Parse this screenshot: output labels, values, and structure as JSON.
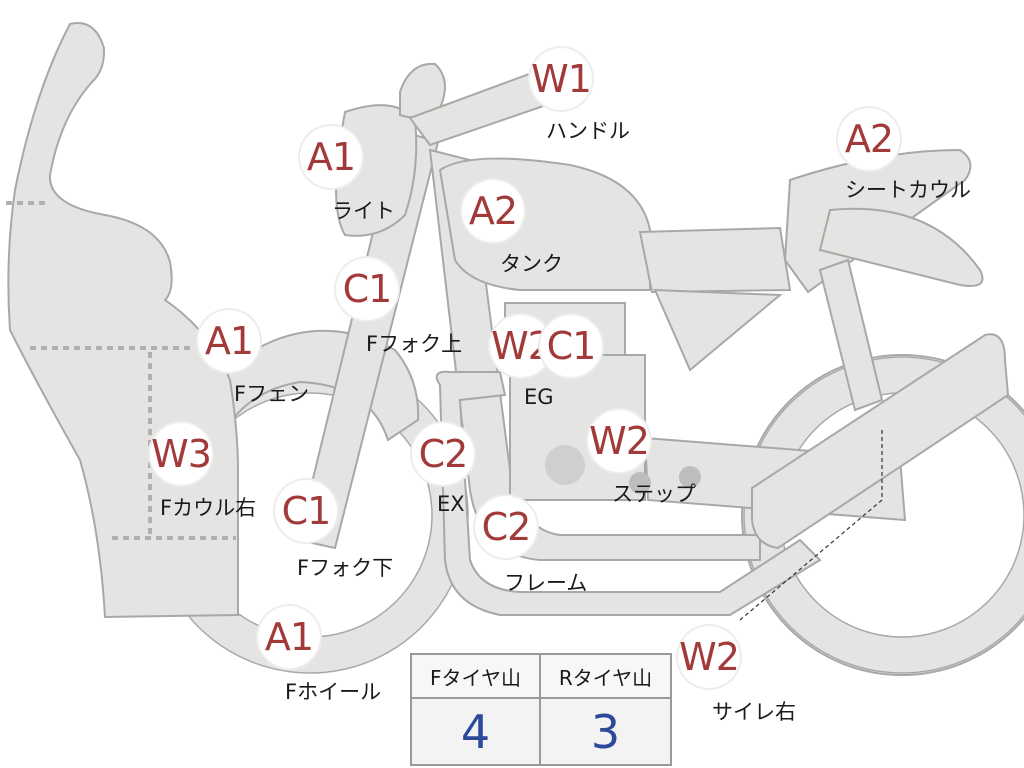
{
  "markers": [
    {
      "id": "handle",
      "code": "W1",
      "label": "ハンドル"
    },
    {
      "id": "light",
      "code": "A1",
      "label": "ライト"
    },
    {
      "id": "tank",
      "code": "A2",
      "label": "タンク"
    },
    {
      "id": "seat-cowl",
      "code": "A2",
      "label": "シートカウル"
    },
    {
      "id": "f-fork-upper",
      "code": "C1",
      "label": "Fフォク上"
    },
    {
      "id": "f-fender",
      "code": "A1",
      "label": "Fフェン"
    },
    {
      "id": "eg",
      "code": "W2",
      "label": "EG"
    },
    {
      "id": "eg-c1",
      "code": "C1",
      "label": ""
    },
    {
      "id": "f-cowl-right",
      "code": "W3",
      "label": "Fカウル右"
    },
    {
      "id": "ex",
      "code": "C2",
      "label": "EX"
    },
    {
      "id": "step",
      "code": "W2",
      "label": "ステップ"
    },
    {
      "id": "f-fork-lower",
      "code": "C1",
      "label": "Fフォク下"
    },
    {
      "id": "frame",
      "code": "C2",
      "label": "フレーム"
    },
    {
      "id": "f-wheel",
      "code": "A1",
      "label": "Fホイール"
    },
    {
      "id": "silencer-right",
      "code": "W2",
      "label": "サイレ右"
    }
  ],
  "tread": {
    "front_label": "Fタイヤ山",
    "rear_label": "Rタイヤ山",
    "front_value": "4",
    "rear_value": "3"
  },
  "colors": {
    "code_red": "#a23a3a",
    "tread_blue": "#2c4a9a",
    "part_fill": "#e4e4e2"
  }
}
